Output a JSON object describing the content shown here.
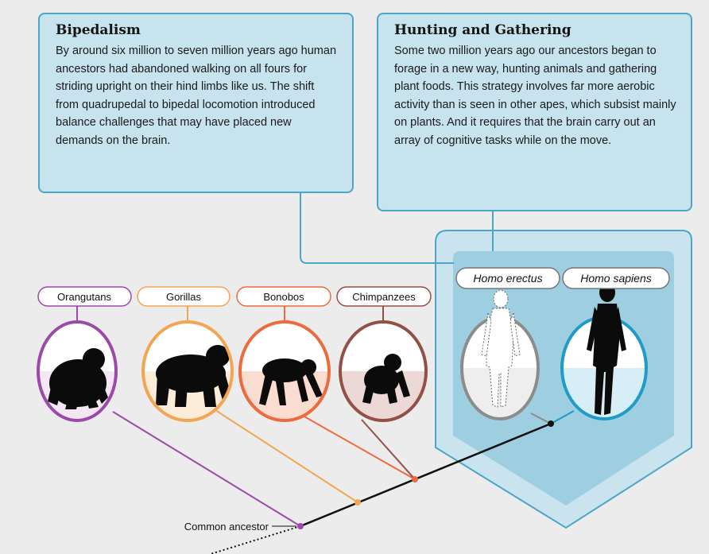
{
  "boxes": {
    "bipedalism": {
      "title": "Bipedalism",
      "body": "By around six million to seven million years ago human ancestors had abandoned walking on all fours for striding upright on their hind limbs like us. The shift from quadrupedal to bipedal locomotion introduced balance challenges that may have placed new demands on the brain."
    },
    "hunting": {
      "title": "Hunting and Gathering",
      "body": "Some two million years ago our ancestors began to forage in a new way, hunting animals and gathering plant foods. This strategy involves far more aerobic activity than is seen in other apes, which subsist mainly on plants. And it requires that the brain carry out an array of cognitive tasks while on the move."
    }
  },
  "species": [
    {
      "label": "Orangutans",
      "color": "#9b4aa8"
    },
    {
      "label": "Gorillas",
      "color": "#f2a553"
    },
    {
      "label": "Bonobos",
      "color": "#ec6a3c"
    },
    {
      "label": "Chimpanzees",
      "color": "#935046"
    }
  ],
  "homo": [
    {
      "label": "Homo erectus",
      "color": "#8c8c8c"
    },
    {
      "label": "Homo sapiens",
      "color": "#1e9bc8"
    }
  ],
  "tree": {
    "root_label": "Common ancestor"
  },
  "colors": {
    "box_fill": "#c6e3ee",
    "box_border": "#4aa6c8",
    "panel_fill": "#c9e4ee",
    "panel_dark": "#9ecfe0",
    "background": "#ececec"
  }
}
